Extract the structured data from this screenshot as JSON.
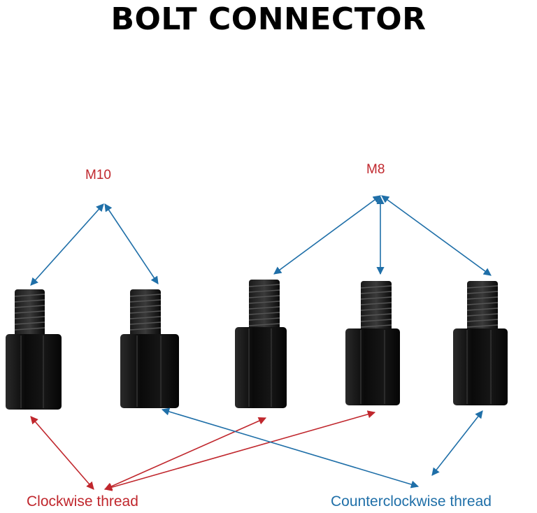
{
  "title": "BOLT CONNECTOR",
  "labels": {
    "m10": "M10",
    "m8": "M8",
    "clockwise": "Clockwise thread",
    "counterclockwise": "Counterclockwise thread"
  },
  "colors": {
    "red": "#c0272d",
    "blue": "#1f6fa8",
    "bolt": "#0b0b0b"
  }
}
